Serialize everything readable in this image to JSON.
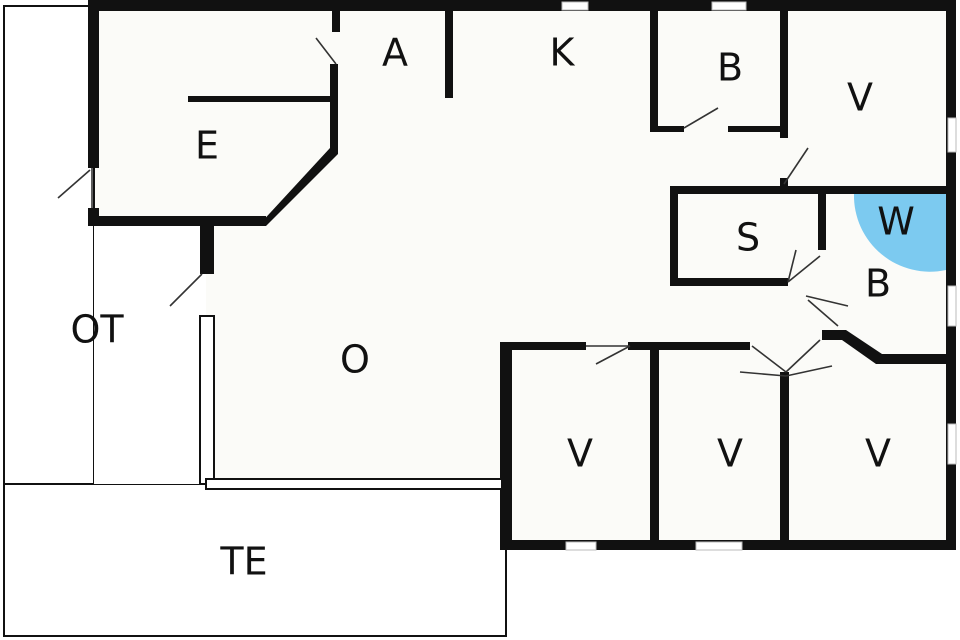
{
  "floorplan": {
    "rooms": [
      {
        "id": "entrance",
        "label": "A"
      },
      {
        "id": "kitchen",
        "label": "K"
      },
      {
        "id": "bath-top",
        "label": "B"
      },
      {
        "id": "bedroom-top-right",
        "label": "V"
      },
      {
        "id": "utility",
        "label": "E"
      },
      {
        "id": "sauna",
        "label": "S"
      },
      {
        "id": "whirlpool",
        "label": "W"
      },
      {
        "id": "bath-right",
        "label": "B"
      },
      {
        "id": "covered-terrace",
        "label": "OT"
      },
      {
        "id": "living",
        "label": "O"
      },
      {
        "id": "bedroom-1",
        "label": "V"
      },
      {
        "id": "bedroom-2",
        "label": "V"
      },
      {
        "id": "bedroom-3",
        "label": "V"
      },
      {
        "id": "terrace",
        "label": "TE"
      }
    ],
    "colors": {
      "wall": "#111111",
      "floor": "#fbfbf8",
      "outdoor": "#ffffff",
      "whirlpool": "#7ccaf0"
    }
  }
}
